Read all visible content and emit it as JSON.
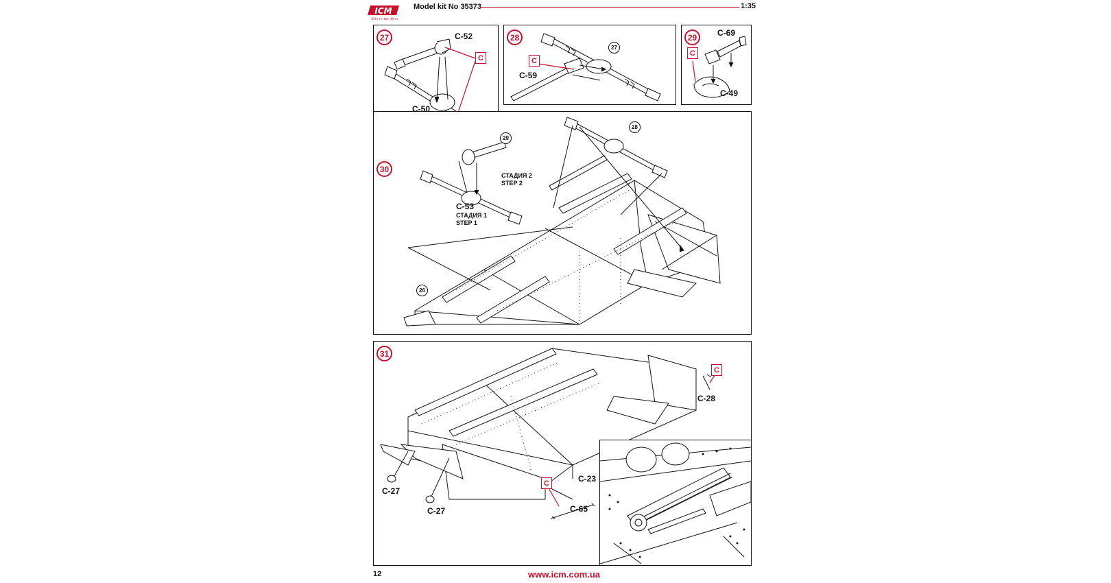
{
  "header": {
    "logo_text": "ICM",
    "logo_tagline": "Kits in the Best",
    "model_kit": "Model kit No 35373",
    "scale": "1:35"
  },
  "colors": {
    "accent": "#c8102e",
    "line": "#111111"
  },
  "sprue": "C",
  "steps": {
    "s27": {
      "number": "27",
      "parts": [
        "C-52",
        "C-50"
      ]
    },
    "s28": {
      "number": "28",
      "parts": [
        "C-59"
      ],
      "ref": "27"
    },
    "s29": {
      "number": "29",
      "parts": [
        "C-69",
        "C-49"
      ]
    },
    "s30": {
      "number": "30",
      "refs": [
        "29",
        "28",
        "26"
      ],
      "parts": [
        "C-53"
      ],
      "stage2_ru": "СТАДИЯ 2",
      "stage2_en": "STEP 2",
      "stage1_ru": "СТАДИЯ 1",
      "stage1_en": "STEP 1"
    },
    "s31": {
      "number": "31",
      "parts": [
        "C-28",
        "C-23",
        "C-27",
        "C-27",
        "C-65"
      ]
    }
  },
  "footer": {
    "page": "12",
    "url": "www.icm.com.ua"
  }
}
